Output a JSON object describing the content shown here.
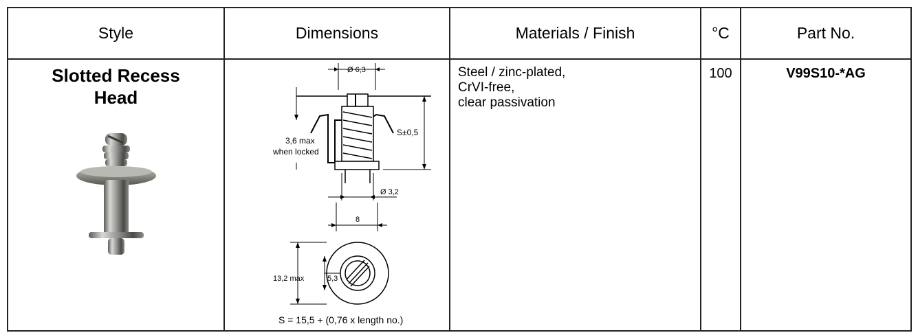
{
  "headers": {
    "style": "Style",
    "dimensions": "Dimensions",
    "materials": "Materials / Finish",
    "temp": "°C",
    "part": "Part No."
  },
  "row": {
    "style_line1": "Slotted Recess",
    "style_line2": "Head",
    "materials_lines": [
      "Steel / zinc-plated,",
      "CrVI-free,",
      "clear passivation"
    ],
    "temp": "100",
    "part_no": "V99S10-*AG"
  },
  "drawing": {
    "dia_top": "Ø 6,3",
    "s_tol": "S±0,5",
    "max_locked_1": "3,6 max",
    "max_locked_2": "when locked",
    "dia_bottom": "Ø 3,2",
    "width": "8",
    "height_max": "13,2 max",
    "inner": "5,3",
    "formula": "S = 15,5 + (0,76 x length no.)"
  }
}
